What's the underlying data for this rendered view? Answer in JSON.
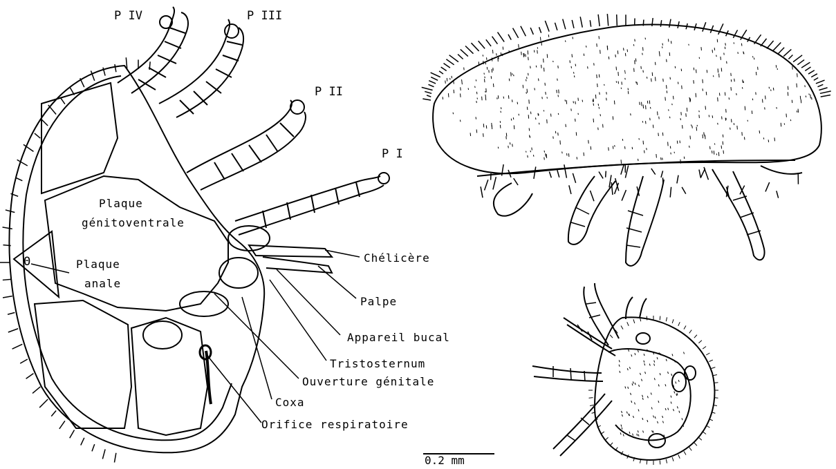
{
  "legs": {
    "p4": "P IV",
    "p3": "P III",
    "p2": "P II",
    "p1": "P I"
  },
  "labels": {
    "genitoventral_1": "Plaque",
    "genitoventral_2": "génitoventrale",
    "anal_1": "Plaque",
    "anal_2": "anale",
    "anal_symbol": "Θ",
    "chelicere": "Chélicère",
    "palpe": "Palpe",
    "appareil": "Appareil bucal",
    "tristosternum": "Tristosternum",
    "ouverture": "Ouverture génitale",
    "coxa": "Coxa",
    "orifice": "Orifice respiratoire"
  },
  "scale": {
    "label": "0.2 mm"
  }
}
